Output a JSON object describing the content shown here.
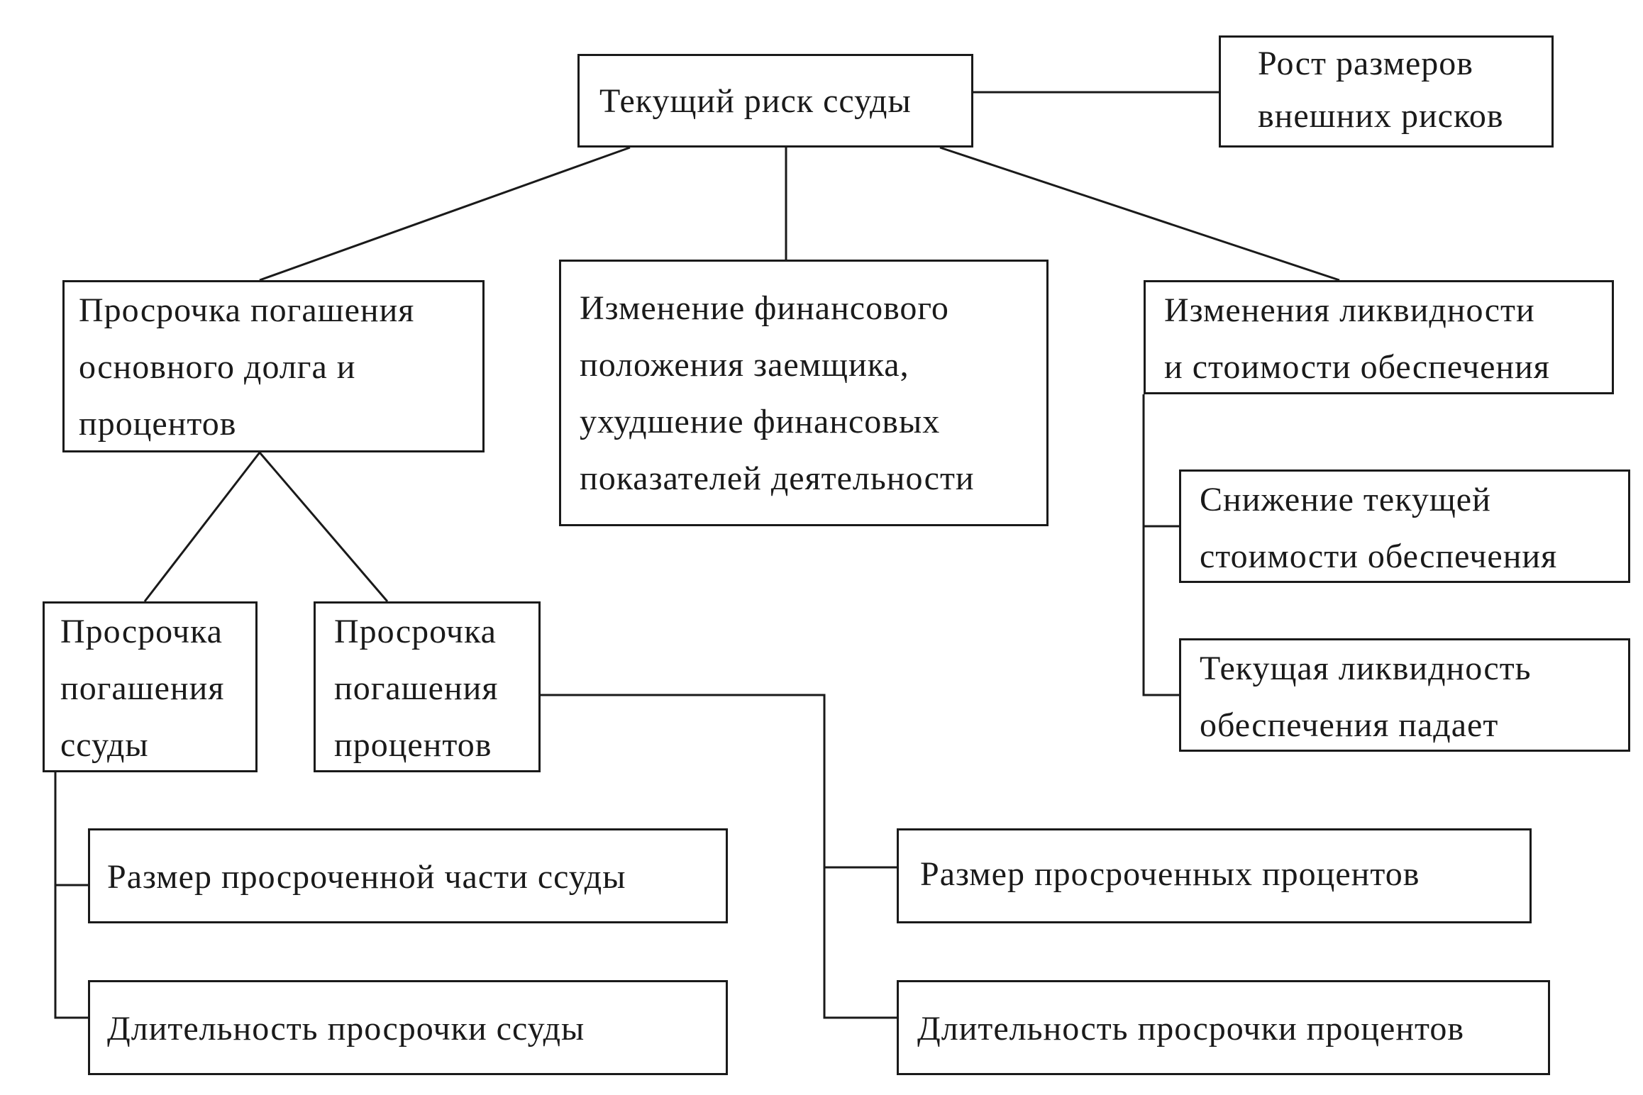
{
  "diagram": {
    "root": {
      "lines": [
        "Текущий риск ссуды"
      ]
    },
    "external": {
      "lines": [
        "Рост размеров",
        "внешних рисков"
      ]
    },
    "overdue_main": {
      "lines": [
        "Просрочка погашения",
        "основного долга и",
        "процентов"
      ]
    },
    "financial_change": {
      "lines": [
        "Изменение финансового",
        "положения заемщика,",
        "ухудшение финансовых",
        "показателей деятельности"
      ]
    },
    "collateral_change": {
      "lines": [
        "Изменения ликвидности",
        "и стоимости обеспечения"
      ]
    },
    "collateral_value_drop": {
      "lines": [
        "Снижение текущей",
        "стоимости обеспечения"
      ]
    },
    "collateral_liquidity_drop": {
      "lines": [
        "Текущая ликвидность",
        "обеспечения падает"
      ]
    },
    "overdue_loan": {
      "lines": [
        "Просрочка",
        "погашения",
        "ссуды"
      ]
    },
    "overdue_interest": {
      "lines": [
        "Просрочка",
        "погашения",
        "процентов"
      ]
    },
    "loan_overdue_size": {
      "lines": [
        "Размер просроченной части ссуды"
      ]
    },
    "loan_overdue_duration": {
      "lines": [
        "Длительность просрочки ссуды"
      ]
    },
    "interest_overdue_size": {
      "lines": [
        "Размер просроченных процентов"
      ]
    },
    "interest_overdue_duration": {
      "lines": [
        "Длительность просрочки процентов"
      ]
    }
  }
}
